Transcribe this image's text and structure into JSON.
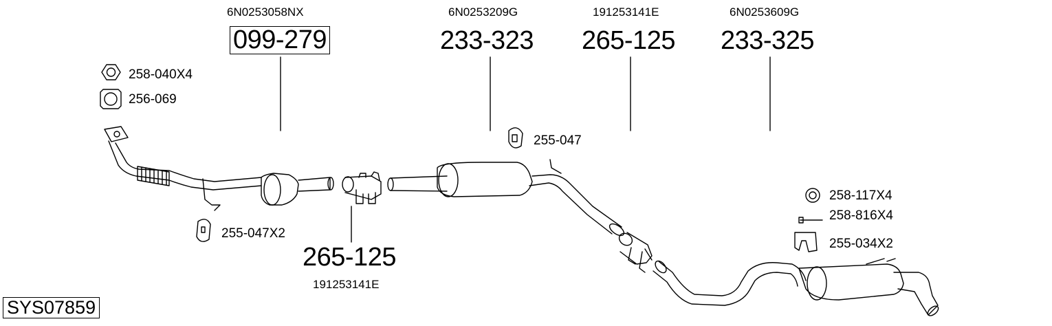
{
  "system_code": "SYS07859",
  "parts": {
    "manifold": {
      "oem": "6N0253058NX",
      "number": "099-279"
    },
    "centre_front": {
      "oem": "6N0253209G",
      "number": "233-323"
    },
    "clamp_upper": {
      "oem": "191253141E",
      "number": "265-125"
    },
    "rear_box": {
      "oem": "6N0253609G",
      "number": "233-325"
    },
    "clamp_lower": {
      "oem": "191253141E",
      "number": "265-125"
    }
  },
  "accessories": {
    "nut": "258-040X4",
    "gasket": "256-069",
    "hanger_front": "255-047X2",
    "hanger_mid": "255-047",
    "ring": "258-117X4",
    "bolt": "258-816X4",
    "hanger_rear": "255-034X2"
  }
}
